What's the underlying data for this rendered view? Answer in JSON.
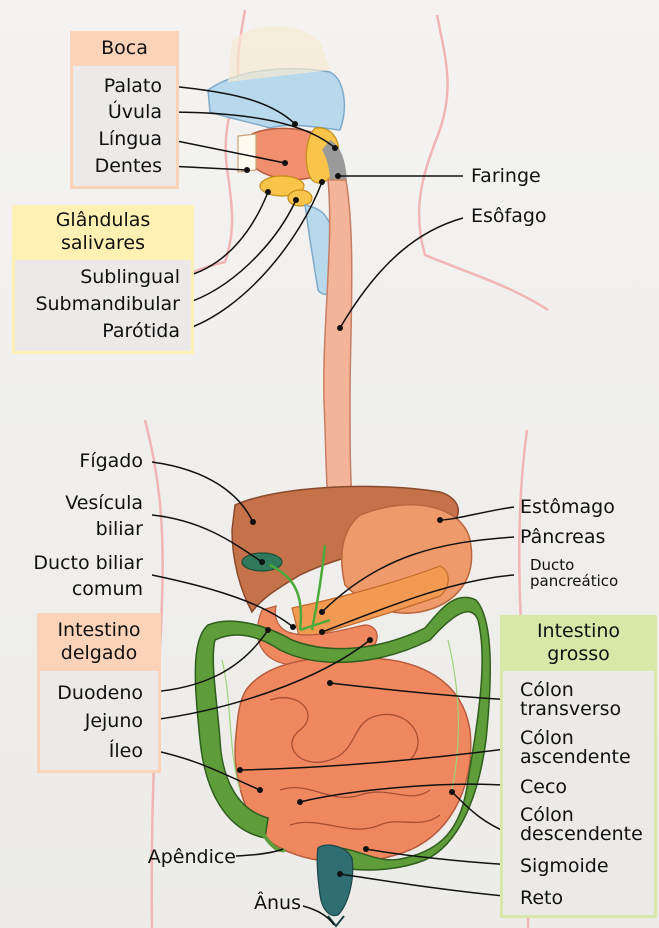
{
  "groups": {
    "mouth": "Boca",
    "salivary": [
      "Glândulas",
      "salivares"
    ],
    "small_intestine": [
      "Intestino",
      "delgado"
    ],
    "large_intestine": [
      "Intestino",
      "grosso"
    ]
  },
  "labels": {
    "palate": "Palato",
    "uvula": "Úvula",
    "tongue": "Língua",
    "teeth": "Dentes",
    "pharynx": "Faringe",
    "esophagus": "Esôfago",
    "sublingual": "Sublingual",
    "submandibular": "Submandibular",
    "parotid": "Parótida",
    "liver": "Fígado",
    "gallbladder": [
      "Vesícula",
      "biliar"
    ],
    "bile_duct": [
      "Ducto biliar",
      "comum"
    ],
    "stomach": "Estômago",
    "pancreas": "Pâncreas",
    "pancreatic_duct": [
      "Ducto",
      "pancreático"
    ],
    "duodenum": "Duodeno",
    "jejunum": "Jejuno",
    "ileum": "Íleo",
    "transverse_colon": [
      "Cólon",
      "transverso"
    ],
    "ascending_colon": [
      "Cólon",
      "ascendente"
    ],
    "cecum": "Ceco",
    "descending_colon": [
      "Cólon",
      "descendente"
    ],
    "sigmoid": "Sigmoide",
    "rectum": "Reto",
    "appendix": "Apêndice",
    "anus": "Ânus"
  },
  "colors": {
    "mouth_box": "#fbd3b9",
    "salivary_box": "#fff1b3",
    "small_intestine_box": "#fbd3b9",
    "large_intestine_box": "#d7e8a8",
    "liver": "#c5714a",
    "stomach": "#ef9a6a",
    "small_intestine": "#f0885f",
    "colon": "#5f9c3a",
    "esophagus": "#f4b49a",
    "body_outline": "#f2b5b5"
  }
}
